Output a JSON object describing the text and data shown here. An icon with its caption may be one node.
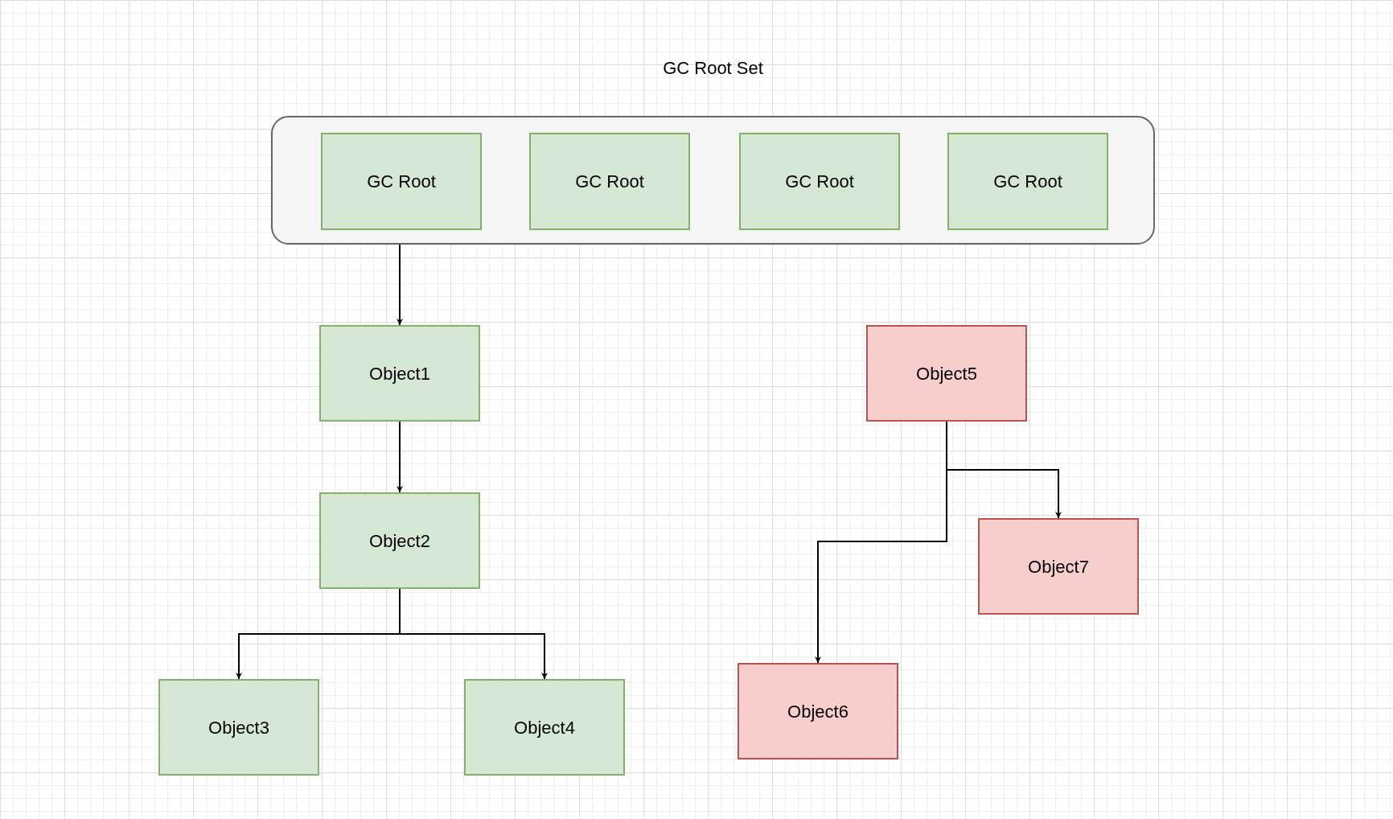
{
  "diagram": {
    "nodes": [
      {
        "text": [
          "GC Root Set"
        ]
      },
      {
        "text": [
          "GC Root"
        ],
        "in": 0
      },
      {
        "text": [
          "GC Root"
        ],
        "in": 0
      },
      {
        "text": [
          "GC Root"
        ],
        "in": 0
      },
      {
        "text": [
          "GC Root"
        ],
        "in": 0
      },
      {
        "text": [
          "Object1"
        ]
      },
      {
        "text": [
          "Object5"
        ]
      },
      {
        "text": [
          "Object2"
        ]
      },
      {
        "text": [
          "Object7"
        ]
      },
      {
        "text": [
          "Object3"
        ]
      },
      {
        "text": [
          "Object4"
        ]
      },
      {
        "text": [
          "Object6"
        ]
      }
    ],
    "edges": [
      {
        "from": 1,
        "to": 5,
        "arrow": "to"
      },
      {
        "from": 5,
        "to": 7,
        "arrow": "to"
      },
      {
        "from": 7,
        "to": 9,
        "arrow": "to"
      },
      {
        "from": 7,
        "to": 10,
        "arrow": "to"
      },
      {
        "from": 6,
        "to": 8,
        "arrow": "to"
      },
      {
        "from": 6,
        "to": 11,
        "arrow": "to"
      }
    ]
  }
}
